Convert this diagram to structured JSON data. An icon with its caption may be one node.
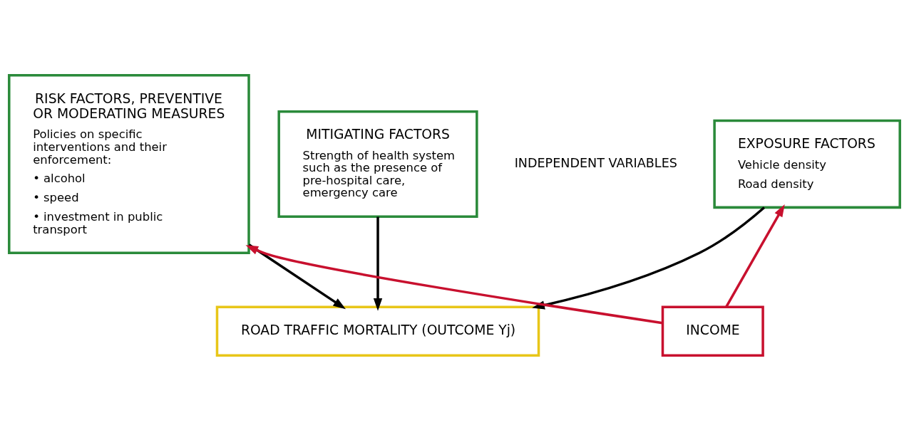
{
  "diagram": {
    "nodes": [
      {
        "text": [
          "EXPOSURE FACTORS",
          "Vehicle density",
          "Road density"
        ]
      },
      {
        "text": [
          "RISK FACTORS, PREVENTIVE OR MODERATING MEASURES",
          "Policies on specific interventions and their enforcement:",
          "• alcohol",
          "• speed",
          "• investment in public transport"
        ]
      },
      {
        "text": [
          "MITIGATING FACTORS",
          "Strength of health system such as the presence of pre-hospital care, emergency care"
        ]
      },
      {
        "text": [
          "INCOME"
        ]
      },
      {
        "text": [
          "ROAD TRAFFIC MORTALITY (OUTCOME Yj)"
        ]
      }
    ],
    "edges": [
      {
        "from": 3,
        "to": 0,
        "arrow": "to",
        "color": "#c8102e"
      },
      {
        "from": 3,
        "to": 1,
        "arrow": "to",
        "color": "#c8102e"
      },
      {
        "from": 0,
        "to": 4,
        "arrow": "to"
      },
      {
        "from": 1,
        "to": 4,
        "arrow": "to"
      },
      {
        "from": 2,
        "to": 4,
        "arrow": "to"
      }
    ],
    "labels": [
      "INDEPENDENT VARIABLES"
    ]
  }
}
